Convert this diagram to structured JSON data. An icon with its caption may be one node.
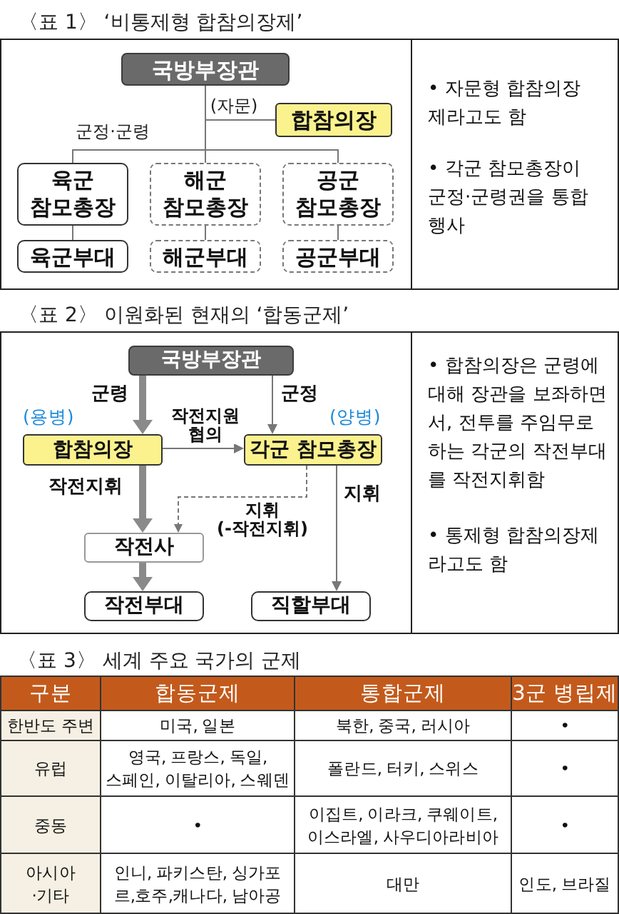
{
  "diagram": {
    "nodes": [
      {
        "text": [
          "〈표 1〉 ‘비통제형 합참의장제’",
          "• 자문형 합참의장제라고도 함",
          "• 각군 참모총장이 군정·군령권을 통합 행사"
        ]
      },
      {
        "text": [
          "국방부장관"
        ],
        "in": 0
      },
      {
        "text": [
          "합참의장"
        ],
        "in": 0
      },
      {
        "text": [
          "육군 참모총장"
        ],
        "in": 0
      },
      {
        "text": [
          "해군 참모총장"
        ],
        "in": 0
      },
      {
        "text": [
          "공군 참모총장"
        ],
        "in": 0
      },
      {
        "text": [
          "육군부대"
        ],
        "in": 0
      },
      {
        "text": [
          "해군부대"
        ],
        "in": 0
      },
      {
        "text": [
          "공군부대"
        ],
        "in": 0
      },
      {
        "text": [
          "〈표 2〉 이원화된 현재의 ‘합동군제’",
          "• 합참의장은 군령에 대해 장관을 보좌하면서, 전투를 주임무로 하는 각군의 작전부대를 작전지휘함",
          "• 통제형 합참의장제라고도 함"
        ]
      },
      {
        "text": [
          "국방부장관"
        ],
        "in": 9
      },
      {
        "text": [
          "합참의장"
        ],
        "in": 9,
        "beside": [
          "(용병)"
        ]
      },
      {
        "text": [
          "각군 참모총장"
        ],
        "in": 9,
        "beside": [
          "(양병)"
        ]
      },
      {
        "text": [
          "작전사"
        ],
        "in": 9
      },
      {
        "text": [
          "작전부대"
        ],
        "in": 9
      },
      {
        "text": [
          "직할부대"
        ],
        "in": 9
      }
    ],
    "edges": [
      {
        "from": 1,
        "to": 3,
        "arrow": "none",
        "label": "군정·군령"
      },
      {
        "from": 1,
        "to": 4,
        "arrow": "none"
      },
      {
        "from": 1,
        "to": 5,
        "arrow": "none"
      },
      {
        "from": 2,
        "to": 1,
        "arrow": "none",
        "label": "(자문)"
      },
      {
        "from": 3,
        "to": 6,
        "arrow": "none"
      },
      {
        "from": 4,
        "to": 7,
        "arrow": "none"
      },
      {
        "from": 5,
        "to": 8,
        "arrow": "none"
      },
      {
        "from": 10,
        "to": 11,
        "arrow": "to",
        "style": "thick",
        "label": "군령"
      },
      {
        "from": 10,
        "to": 12,
        "arrow": "to",
        "label": "군정"
      },
      {
        "from": 11,
        "to": 12,
        "arrow": "to",
        "label": "작전지원 협의"
      },
      {
        "from": 11,
        "to": 13,
        "arrow": "to",
        "style": "thick",
        "label": "작전지휘"
      },
      {
        "from": 12,
        "to": 13,
        "arrow": "to",
        "style": "dashed",
        "label": "지휘 (-작전지휘)"
      },
      {
        "from": 12,
        "to": 15,
        "arrow": "to",
        "label": "지휘"
      },
      {
        "from": 13,
        "to": 14,
        "arrow": "to",
        "style": "thick"
      }
    ],
    "labels": [
      "〈표 3〉 세계 주요 국가의 군제",
      "구분",
      "합동군제",
      "통합군제",
      "3군 병립제",
      "한반도 주변",
      "미국, 일본",
      "북한, 중국, 러시아",
      "•",
      "유럽",
      "영국, 프랑스, 독일, 스페인, 이탈리아, 스웨덴",
      "폴란드, 터키, 스위스",
      "•",
      "중동",
      "•",
      "이집트, 이라크, 쿠웨이트, 이스라엘, 사우디아라비아",
      "•",
      "아시아 ·기타",
      "인니, 파키스탄, 싱가포르,호주,캐나다, 남아공",
      "대만",
      "인도, 브라질"
    ]
  }
}
